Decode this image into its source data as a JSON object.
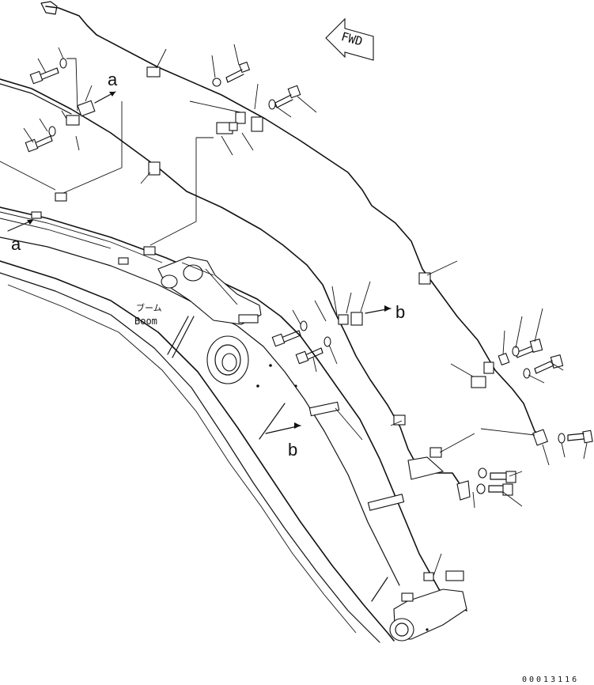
{
  "labels": {
    "ref_a": "a",
    "ref_b": "b",
    "fwd": "FWD",
    "boom_jp": "ブーム",
    "boom_en": "Boom",
    "drawing_number": "00013116"
  },
  "colors": {
    "line": "#111111",
    "background": "#ffffff"
  },
  "icons": [
    "fwd-arrow-icon",
    "bolt-icon",
    "washer-icon",
    "clamp-icon",
    "arrow-icon"
  ]
}
